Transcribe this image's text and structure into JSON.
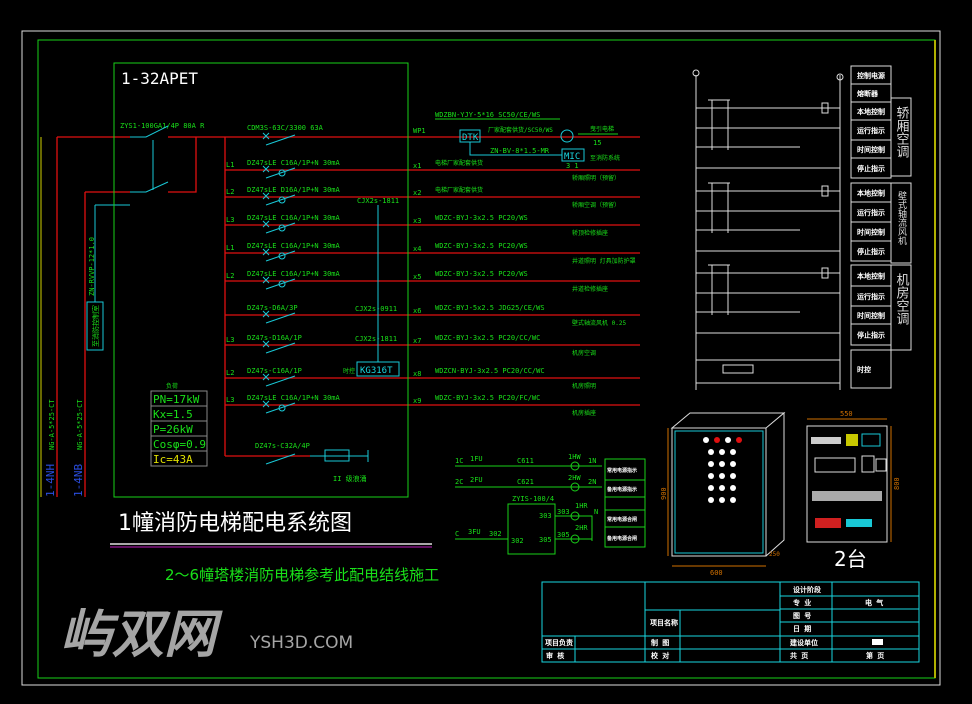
{
  "panel": {
    "title": "1-32APET",
    "main_switch": "ZYS1-100GA1/4P 80A R",
    "wp1_breaker": "CDM3S-63C/3300 63A",
    "wp1_label": "WP1",
    "wp1_cable": "WDZBN-YJY-5*16 SC50/CE/WS",
    "dtk_label": "DTK",
    "dtk_cable": "厂家配套供货/SC50/WS",
    "mic_cable": "ZN-BV-8*1.5-MR",
    "mic_label": "MIC",
    "mic_nums": "3  1",
    "motor_label": "曳引电梯",
    "motor_power": "15",
    "fire_link": "至消防系统",
    "contactor_1": "CJX2s-1811",
    "contactor_2": "CJX2s-0911",
    "contactor_3": "CJX2s-1811",
    "timer_label": "时控",
    "timer_model": "KG316T",
    "surge_breaker": "DZ47s-C32A/4P",
    "surge_label": "II 级浪涌"
  },
  "circuits": [
    {
      "phase": "L1",
      "breaker": "DZ47sLE C16A/1P+N 30mA",
      "id": "x1",
      "cable": "电梯厂家配套供货",
      "desc": "轿厢照明（预留）"
    },
    {
      "phase": "L2",
      "breaker": "DZ47sLE D16A/1P+N 30mA",
      "id": "x2",
      "cable": "电梯厂家配套供货",
      "desc": "轿厢空调（预留）"
    },
    {
      "phase": "L3",
      "breaker": "DZ47sLE C16A/1P+N 30mA",
      "id": "x3",
      "cable": "WDZC-BYJ-3x2.5 PC20/WS",
      "desc": "轿顶检修插座"
    },
    {
      "phase": "L1",
      "breaker": "DZ47sLE C16A/1P+N 30mA",
      "id": "x4",
      "cable": "WDZC-BYJ-3x2.5 PC20/WS",
      "desc": "井道照明 灯具加防护罩"
    },
    {
      "phase": "L2",
      "breaker": "DZ47sLE C16A/1P+N 30mA",
      "id": "x5",
      "cable": "WDZC-BYJ-3x2.5 PC20/WS",
      "desc": "井道检修插座"
    },
    {
      "phase": "",
      "breaker": "DZ47s-D6A/3P",
      "id": "x6",
      "cable": "WDZC-BYJ-5x2.5 JDG25/CE/WS",
      "desc": "壁式轴流风机 0.25"
    },
    {
      "phase": "L3",
      "breaker": "DZ47s-D16A/1P",
      "id": "x7",
      "cable": "WDZC-BYJ-3x2.5 PC20/CC/WC",
      "desc": "机房空调"
    },
    {
      "phase": "L2",
      "breaker": "DZ47s-C16A/1P",
      "id": "x8",
      "cable": "WDZCN-BYJ-3x2.5 PC20/CC/WC",
      "desc": "机房照明"
    },
    {
      "phase": "L3",
      "breaker": "DZ47sLE C16A/1P+N 30mA",
      "id": "x9",
      "cable": "WDZC-BYJ-3x2.5 PC20/FC/WC",
      "desc": "机房插座"
    }
  ],
  "load_table": {
    "heading": "负荷",
    "rows": [
      "PN=17kW",
      "Kx=1.5",
      "P=26kW",
      "Cosφ=0.9",
      "Ic=43A"
    ]
  },
  "feeders": {
    "cable_1": "NG-A-5*25-CT",
    "cable_2": "NG-A-5*25-CT",
    "label_1": "1-4NH",
    "label_2": "1-4NB",
    "signal_cable": "ZN-RVVP-12*1.0",
    "signal_box": "至消防控制室"
  },
  "drawing_title": "1幢消防电梯配电系统图",
  "drawing_note": "2～6幢塔楼消防电梯参考此配电结线施工",
  "indicator_circuit": {
    "r1": [
      "1C",
      "1FU",
      "C611",
      "1HW",
      "1N"
    ],
    "r2": [
      "2C",
      "2FU",
      "C621",
      "2HW",
      "2N"
    ],
    "switch": "ZYIS-100/4",
    "r3": [
      "C",
      "3FU",
      "302",
      "302",
      "303",
      "303",
      "1HR",
      "305",
      "305",
      "2HR",
      "N"
    ],
    "legend": [
      "常用电源指示",
      "备用电源指示",
      "",
      "常用电源合闸",
      "备用电源合闸"
    ]
  },
  "control": {
    "rows": [
      "控制电源",
      "熔断器",
      "本地控制",
      "运行指示",
      "时间控制",
      "停止指示",
      "本地控制",
      "运行指示",
      "时间控制",
      "停止指示",
      "本地控制",
      "运行指示",
      "时间控制",
      "停止指示",
      "时控"
    ],
    "groups": [
      "轿厢空调",
      "壁式轴流风机",
      "机房空调"
    ]
  },
  "cabinet": {
    "height_dim": "900",
    "width_dim": "600",
    "depth_dim": "250",
    "plate_width": "550",
    "plate_height": "800",
    "quantity": "2台"
  },
  "title_block": {
    "design_stage": "设计阶段",
    "discipline": "专  业",
    "discipline_value": "电  气",
    "drawing_no": "图  号",
    "date": "日  期",
    "project_name": "项目名称",
    "project_lead": "项目负责",
    "drafter": "制  图",
    "client": "建设单位",
    "reviewer": "审  核",
    "checker": "校  对",
    "total_pages": "共    页",
    "page_no": "第    页"
  },
  "watermark": {
    "text": "YSH3D.COM",
    "logo": "屿双网"
  }
}
